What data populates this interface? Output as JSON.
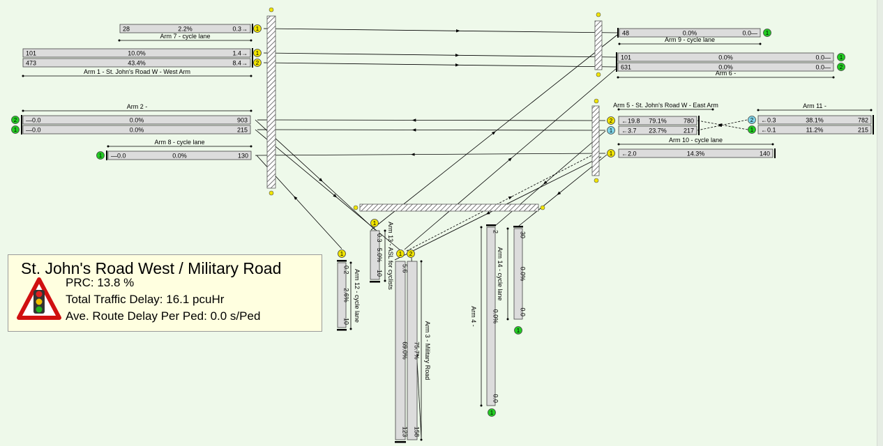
{
  "info": {
    "title": "St. John's Road West / Military Road",
    "prc": "PRC: 13.8 %",
    "delay": "Total Traffic Delay: 16.1 pcuHr",
    "ped": "Ave. Route Delay Per Ped: 0.0 s/Ped",
    "icon": "traffic-light-warning-icon"
  },
  "arms": {
    "arm7": "Arm 7 - cycle lane",
    "arm1": "Arm 1 - St. John's Road W - West Arm",
    "arm2": "Arm 2 -",
    "arm8": "Arm 8 - cycle lane",
    "arm9": "Arm 9 - cycle lane",
    "arm6": "Arm 6 -",
    "arm5": "Arm 5 - St. John's Road W - East Arm",
    "arm10": "Arm 10 - cycle lane",
    "arm11": "Arm 11 -",
    "arm12": "Arm 12 - cycle lane",
    "arm13": "Arm 13 - ASL for cyclists",
    "arm3": "Arm 3 - Military Road",
    "arm14": "Arm 14 - cycle lane",
    "arm4": "Arm 4 -"
  },
  "lanes": {
    "a7": [
      "28",
      "2.2%",
      "0.3"
    ],
    "a1l1": [
      "101",
      "10.0%",
      "1.4"
    ],
    "a1l2": [
      "473",
      "43.4%",
      "8.4"
    ],
    "a2l1": [
      "0.0",
      "0.0%",
      "903"
    ],
    "a2l2": [
      "0.0",
      "0.0%",
      "215"
    ],
    "a8": [
      "0.0",
      "0.0%",
      "130"
    ],
    "a9": [
      "48",
      "0.0%",
      "0.0"
    ],
    "a6l1": [
      "101",
      "0.0%",
      "0.0"
    ],
    "a6l2": [
      "631",
      "0.0%",
      "0.0"
    ],
    "a5l1": [
      "19.8",
      "79.1%",
      "780"
    ],
    "a5l2": [
      "3.7",
      "23.7%",
      "217"
    ],
    "a10": [
      "2.0",
      "14.3%",
      "140"
    ],
    "a11l1": [
      "0.3",
      "38.1%",
      "782"
    ],
    "a11l2": [
      "0.1",
      "11.2%",
      "215"
    ],
    "a12": [
      "0.2",
      "2.6%",
      "10"
    ],
    "a13": [
      "0.3",
      "5.0%",
      "10"
    ],
    "a3l1": [
      "5.6",
      "69.0%",
      "123"
    ],
    "a3l2": [
      "",
      "75.7%",
      "158"
    ],
    "a14": [
      "30",
      "0.0%",
      "0.0"
    ],
    "a4": [
      "2",
      "0.0%",
      "0.0"
    ]
  },
  "colors": {
    "background": "#eef9ea",
    "signal_yellow": "#f0e400",
    "give_way_green": "#22cc22",
    "blue_node": "#7fd6ea",
    "lane_fill": "#dcdcdc"
  }
}
